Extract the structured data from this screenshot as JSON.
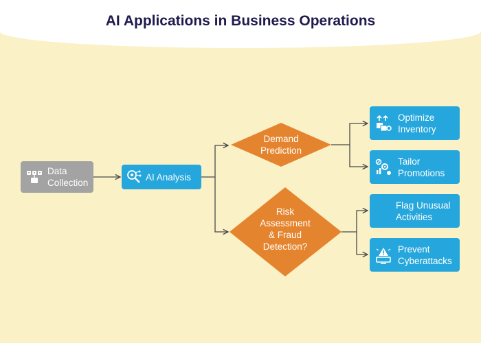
{
  "title": "AI Applications in Business Operations",
  "nodes": {
    "data_collection": {
      "label": "Data\nCollection",
      "icon": "database-icon"
    },
    "ai_analysis": {
      "label": "AI Analysis",
      "icon": "magnifier-network-icon"
    },
    "demand_prediction": {
      "label": "Demand\nPrediction"
    },
    "risk_assessment": {
      "label": "Risk\nAssessment\n& Fraud\nDetection?"
    },
    "optimize_inventory": {
      "label": "Optimize\nInventory",
      "icon": "boxes-arrows-icon"
    },
    "tailor_promotions": {
      "label": "Tailor\nPromotions",
      "icon": "promotion-gear-icon"
    },
    "flag_unusual": {
      "label": "Flag Unusual\nActivities"
    },
    "prevent_cyberattacks": {
      "label": "Prevent\nCyberattacks",
      "icon": "warning-monitor-icon"
    }
  },
  "colors": {
    "title": "#1f1a4d",
    "band": "#ffffff",
    "background": "#faf1c6",
    "gray_node": "#a3a3a3",
    "blue_node": "#25a6dc",
    "diamond": "#e5842e",
    "connector": "#4a4a4a"
  }
}
